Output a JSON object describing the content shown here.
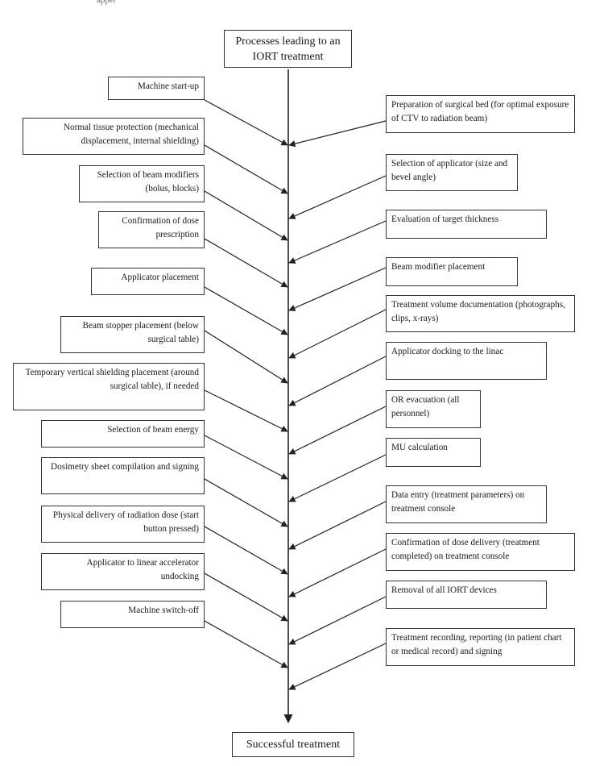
{
  "header_fragment": "apper",
  "top_title": "Processes leading to an IORT treatment",
  "bottom_title": "Successful treatment",
  "left_steps": [
    "Machine start-up",
    "Normal tissue protection (mechanical displacement, internal shielding)",
    "Selection of beam modifiers (bolus, blocks)",
    "Confirmation of dose prescription",
    "Applicator placement",
    "Beam stopper placement (below surgical table)",
    "Temporary vertical shielding placement (around surgical table), if needed",
    "Selection of beam energy",
    "Dosimetry sheet compilation and signing",
    "Physical delivery of radiation dose (start button pressed)",
    "Applicator to linear accelerator undocking",
    "Machine switch-off"
  ],
  "right_steps": [
    "Preparation of surgical bed (for optimal exposure of CTV to radiation beam)",
    "Selection of applicator (size and bevel angle)",
    "Evaluation of target thickness",
    "Beam modifier placement",
    "Treatment volume documentation (photographs, clips, x-rays)",
    "Applicator docking to the linac",
    "OR evacuation (all personnel)",
    "MU calculation",
    "Data entry (treatment parameters) on treatment console",
    "Confirmation of dose delivery (treatment completed) on treatment console",
    "Removal of all IORT devices",
    "Treatment recording, reporting (in patient chart or medical record) and signing"
  ]
}
